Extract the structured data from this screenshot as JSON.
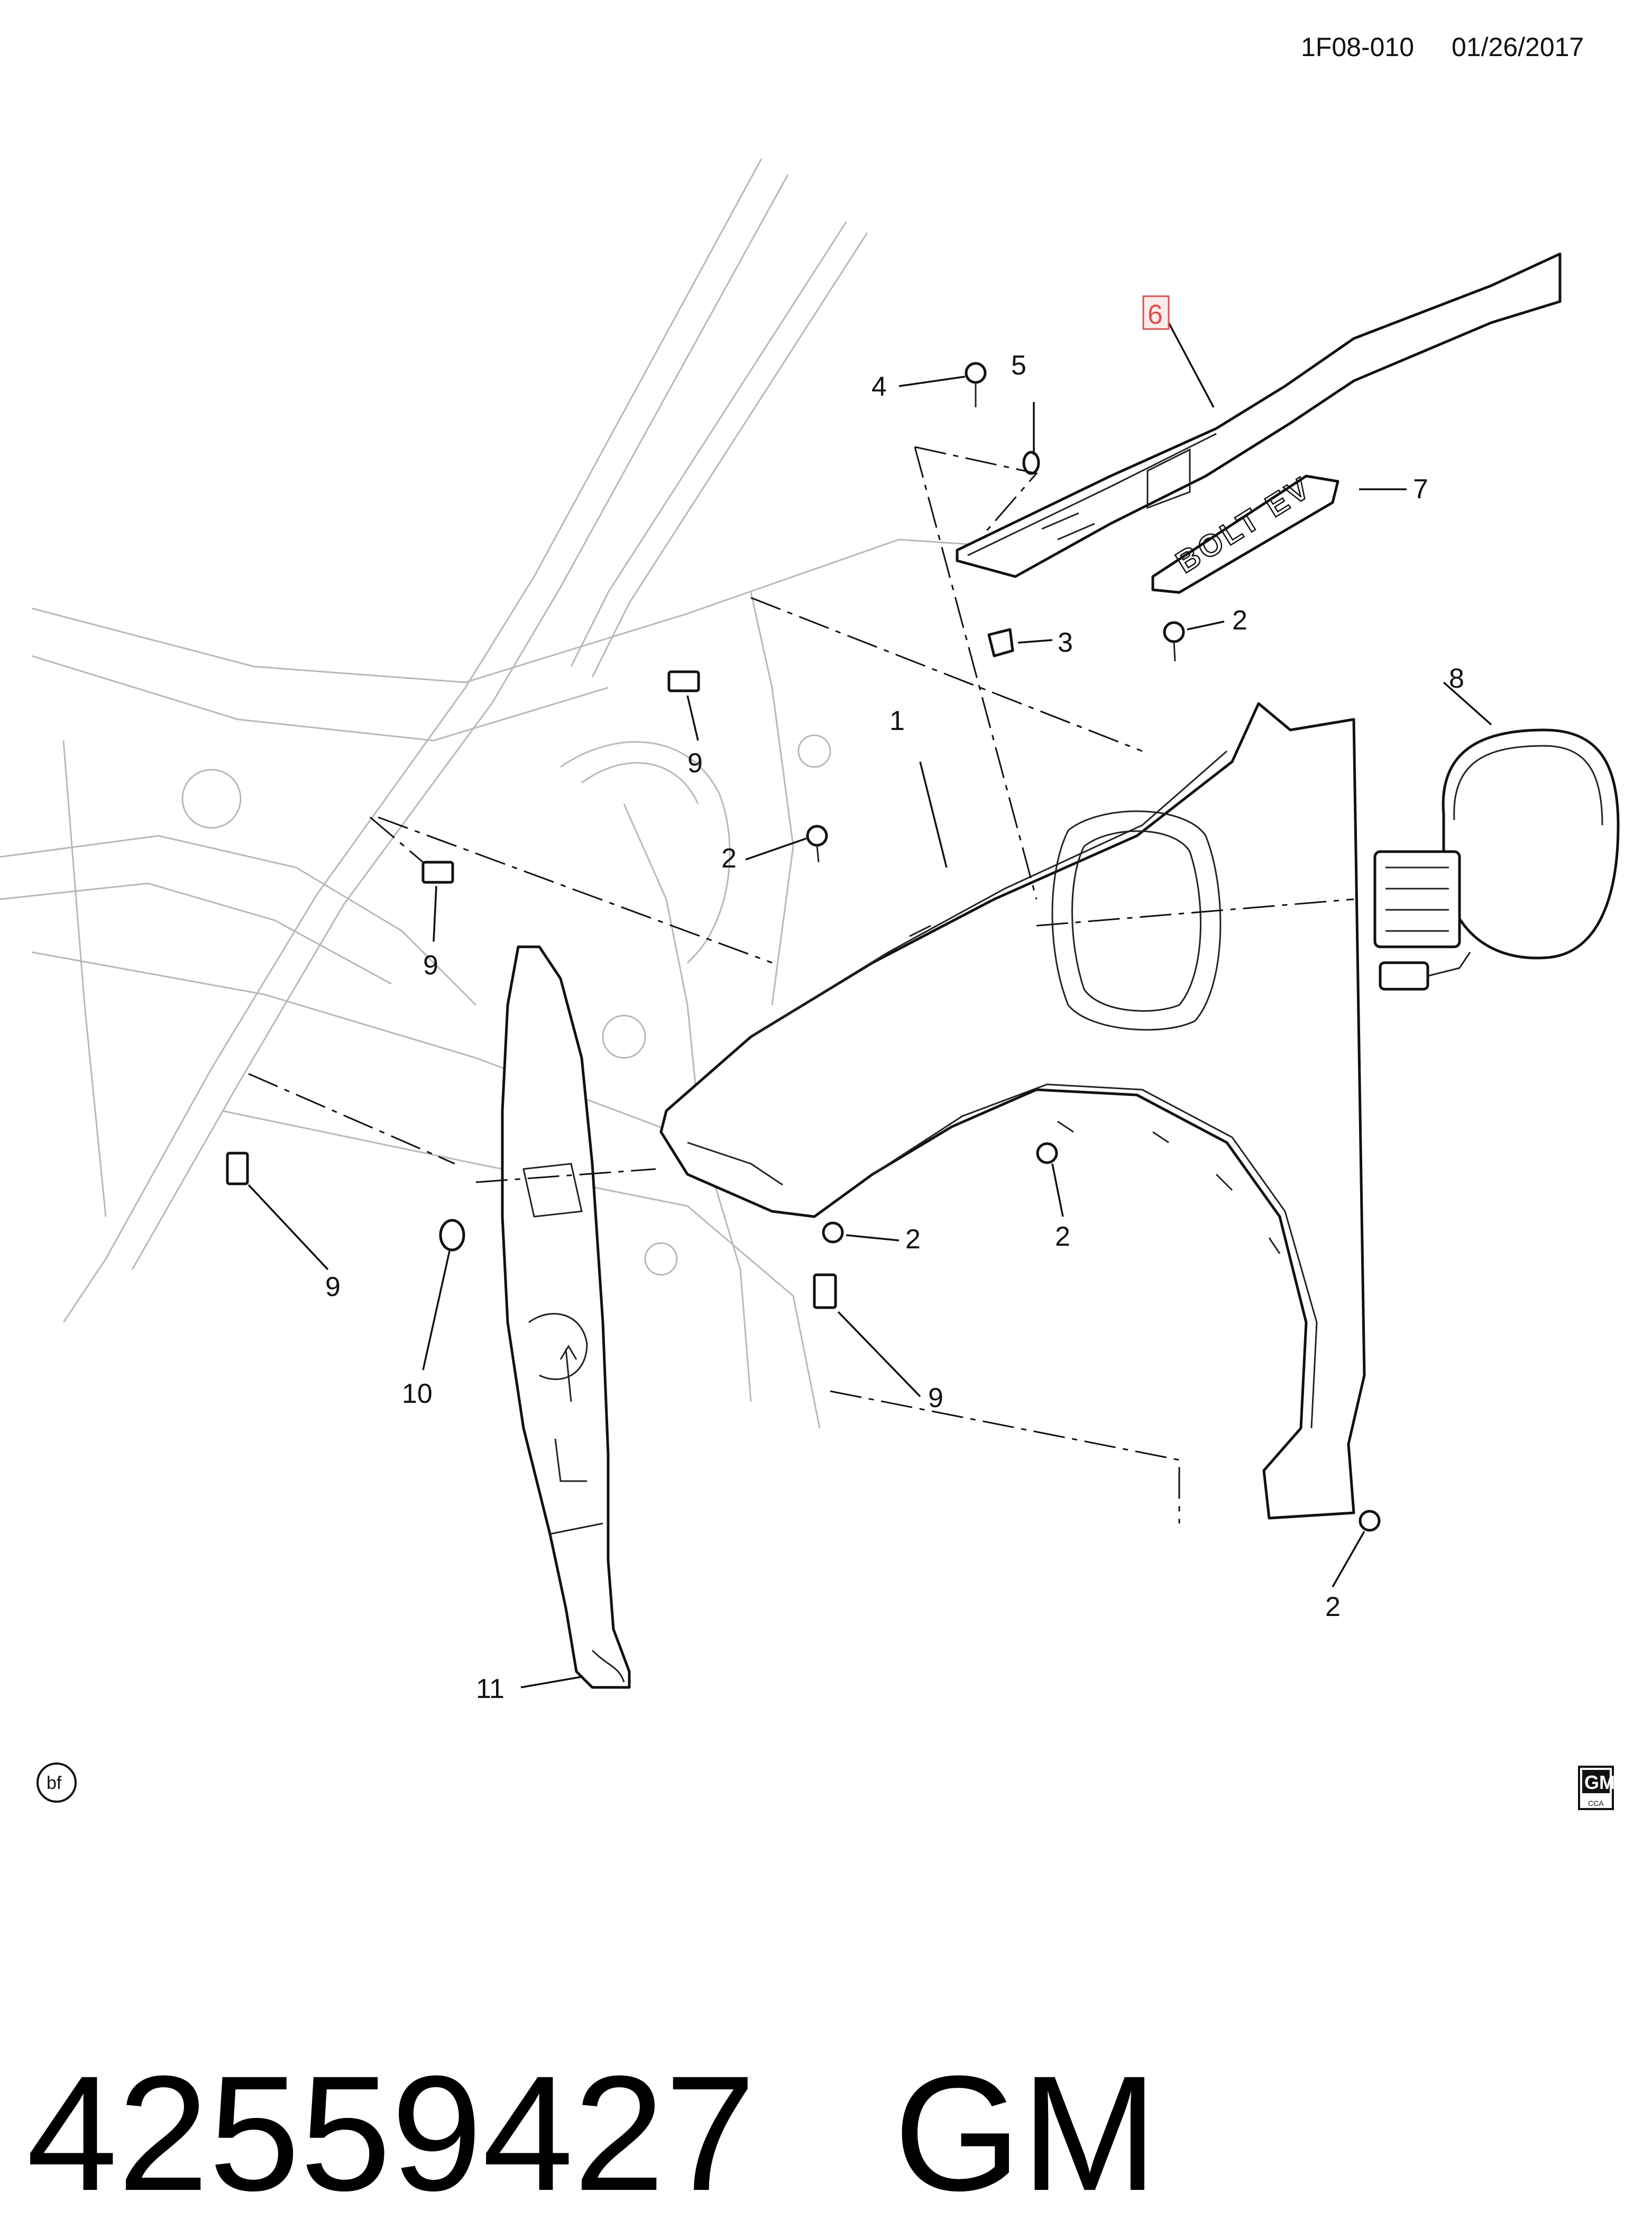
{
  "header": {
    "code": "1F08-010",
    "date": "01/26/2017"
  },
  "footer": {
    "part_number": "42559427",
    "brand": "GM"
  },
  "marks": {
    "bf_logo_text": "bf",
    "gm_logo_text": "GM",
    "gm_logo_sub": "CCA"
  },
  "callouts": {
    "c1": "1",
    "c2a": "2",
    "c2b": "2",
    "c2c": "2",
    "c2d": "2",
    "c2e": "2",
    "c3": "3",
    "c4": "4",
    "c5": "5",
    "c6": "6",
    "c7": "7",
    "c8": "8",
    "c9a": "9",
    "c9b": "9",
    "c9c": "9",
    "c9d": "9",
    "c10": "10",
    "c11": "11"
  },
  "badge_text": "BOLT EV",
  "highlight_color": "#e05050"
}
